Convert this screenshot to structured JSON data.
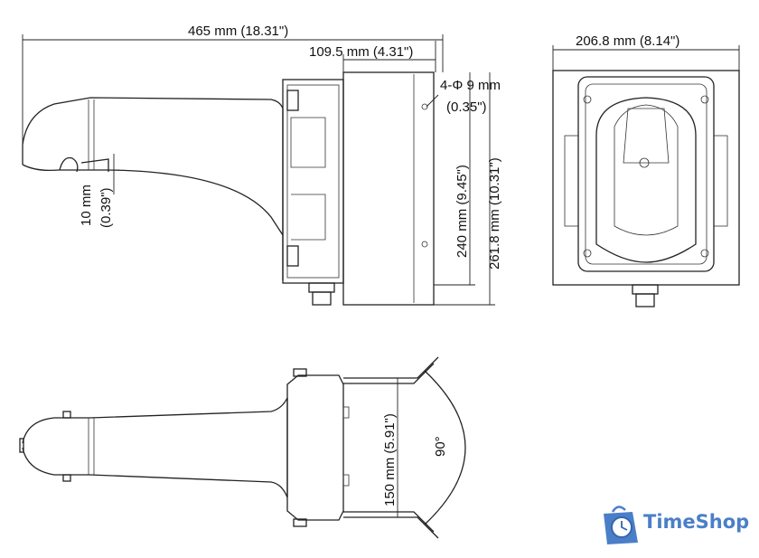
{
  "dimensions": {
    "total_length": "465 mm (18.31\")",
    "box_depth": "109.5 mm (4.31\")",
    "plate_width": "206.8 mm (8.14\")",
    "hole_spec": "4-Φ 9 mm",
    "hole_spec_in": "(0.35\")",
    "box_height": "240 mm (9.45\")",
    "plate_height": "261.8 mm (10.31\")",
    "lip_mm": "10 mm",
    "lip_in": "(0.39\")",
    "bracket_span": "150 mm (5.91\")",
    "angle": "90°"
  },
  "logo": {
    "text": "TimeShop",
    "color": "#4a7fc8",
    "icon": "clock-bag-icon"
  }
}
